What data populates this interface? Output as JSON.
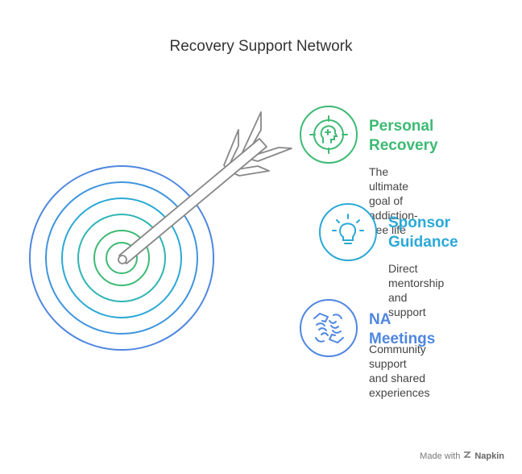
{
  "title": "Recovery Support Network",
  "items": [
    {
      "title_line1": "Personal",
      "title_line2": "Recovery",
      "desc_line1": "The ultimate goal of",
      "desc_line2": "addiction-free life",
      "desc_line3": "",
      "color": "#3dba73",
      "icon": "head-target-icon"
    },
    {
      "title_line1": "Sponsor",
      "title_line2": "Guidance",
      "desc_line1": "Direct mentorship",
      "desc_line2": "and support",
      "desc_line3": "",
      "color": "#2aa9d6",
      "icon": "lightbulb-icon"
    },
    {
      "title_line1": "NA Meetings",
      "title_line2": "",
      "desc_line1": "Community support",
      "desc_line2": "and shared",
      "desc_line3": "experiences",
      "color": "#4f87e0",
      "icon": "handshake-icon"
    }
  ],
  "target_ring_colors": [
    "#4f87e0",
    "#3f95de",
    "#2aa9d6",
    "#2fb4b4",
    "#3dba73"
  ],
  "footer": {
    "prefix": "Made with",
    "brand": "Napkin"
  }
}
